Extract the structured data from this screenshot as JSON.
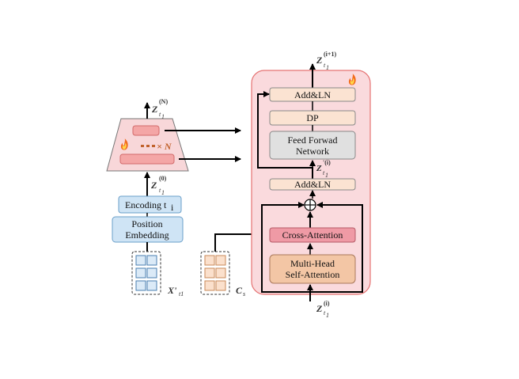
{
  "encoder": {
    "output_label": "Z",
    "output_sub": "t",
    "output_subsub": "1",
    "output_sup": "(N)",
    "input_label": "Z",
    "input_sub": "t",
    "input_subsub": "1",
    "input_sup": "(0)",
    "repeat_label": "× N",
    "encoding_label": "Encoding t",
    "encoding_sub": "i",
    "position_line1": "Position",
    "position_line2": "Embedding",
    "x_label": "X'",
    "x_sub": "t1",
    "c_label": "C",
    "c_sub": "s"
  },
  "decoder": {
    "out_label": "Z",
    "out_sub": "t",
    "out_subsub": "1",
    "out_sup": "(i+1)",
    "addln_top": "Add&LN",
    "dp": "DP",
    "ffn_line1": "Feed Forwad",
    "ffn_line2": "Network",
    "mid_label": "Z",
    "mid_sup": "'(i)",
    "mid_sub": "t",
    "mid_subsub": "1",
    "addln_bottom": "Add&LN",
    "cross_attention": "Cross-Attention",
    "mhsa_line1": "Multi-Head",
    "mhsa_line2": "Self-Attention",
    "in_label": "Z",
    "in_sub": "t",
    "in_subsub": "1",
    "in_sup": "(i)"
  },
  "colors": {
    "panel_fill": "#fadadd",
    "panel_stroke": "#e57373",
    "encoder_fill": "#f8d7d9",
    "token_fill": "#f4a6a6",
    "blue_fill": "#cfe4f5",
    "blue_stroke": "#6a9fc9",
    "peach_fill": "#fbe3d2",
    "ffn_fill": "#e0e0e0",
    "cross_fill": "#ef9aa5",
    "mhsa_fill": "#f3c6a5",
    "grid_blue": "#dbeaf7",
    "grid_peach": "#fbe0cc",
    "repeat_color": "#c0612b"
  },
  "icons": [
    "flame-icon",
    "flame-icon",
    "flame-icon"
  ]
}
